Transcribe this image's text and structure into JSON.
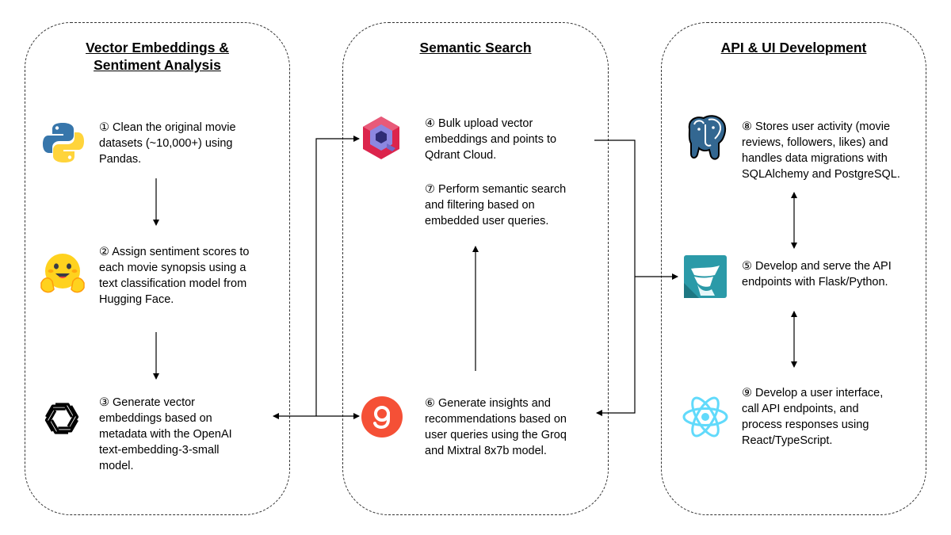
{
  "columns": [
    {
      "title_line1": "Vector Embeddings &",
      "title_line2": "Sentiment Analysis"
    },
    {
      "title_line1": "Semantic Search"
    },
    {
      "title_line1": "API & UI Development"
    }
  ],
  "steps": {
    "s1": "① Clean the original movie\ndatasets (~10,000+) using\nPandas.",
    "s2": "② Assign sentiment scores to\neach movie synopsis using a\ntext classification model from\nHugging Face.",
    "s3": "③ Generate vector\nembeddings based on\nmetadata with the OpenAI\ntext-embedding-3-small\nmodel.",
    "s4": "④ Bulk upload vector\nembeddings and points to\nQdrant Cloud.",
    "s7": "⑦ Perform semantic search\nand filtering based on\nembedded user queries.",
    "s6": "⑥ Generate insights and\nrecommendations based on\nuser queries using the Groq\nand Mixtral 8x7b model.",
    "s8": "⑧ Stores user activity (movie\nreviews, followers, likes) and\nhandles data migrations with\nSQLAlchemy and PostgreSQL.",
    "s5": "⑤ Develop and serve the API\nendpoints with Flask/Python.",
    "s9": "⑨ Develop a user interface,\ncall API endpoints, and\nprocess responses using\nReact/TypeScript."
  },
  "icons": {
    "python": "python-logo-icon",
    "huggingface": "hugging-face-logo-icon",
    "openai": "openai-logo-icon",
    "qdrant": "qdrant-logo-icon",
    "groq": "groq-logo-icon",
    "postgresql": "postgresql-logo-icon",
    "flask": "flask-logo-icon",
    "react": "react-logo-icon"
  },
  "colors": {
    "python_blue": "#3776ab",
    "python_yellow": "#ffd43b",
    "hf_yellow": "#ffd21e",
    "groq_red": "#f55036",
    "qdrant_red": "#dc244c",
    "qdrant_purple": "#6f6ac8",
    "postgres_blue": "#336791",
    "flask_teal": "#2b9aa8",
    "react_cyan": "#61dafb"
  }
}
